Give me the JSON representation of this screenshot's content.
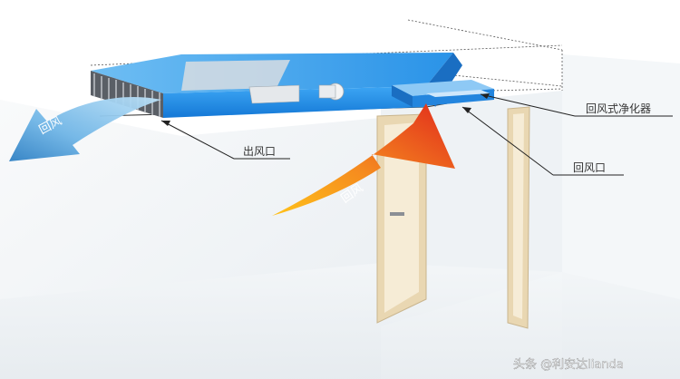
{
  "labels": {
    "purifier": "回风式净化器",
    "return_inlet": "回风口",
    "supply_outlet": "出风口"
  },
  "arrows": {
    "supply_wind": "回风",
    "return_wind": "回风"
  },
  "watermark": "头条 @利安达lianda",
  "colors": {
    "duct_blue": "#1E90FF",
    "supply_arrow": "#2F86C9",
    "return_arrow_start": "#FFB000",
    "return_arrow_end": "#E1261C",
    "door_frame": "#E9D7B2"
  }
}
